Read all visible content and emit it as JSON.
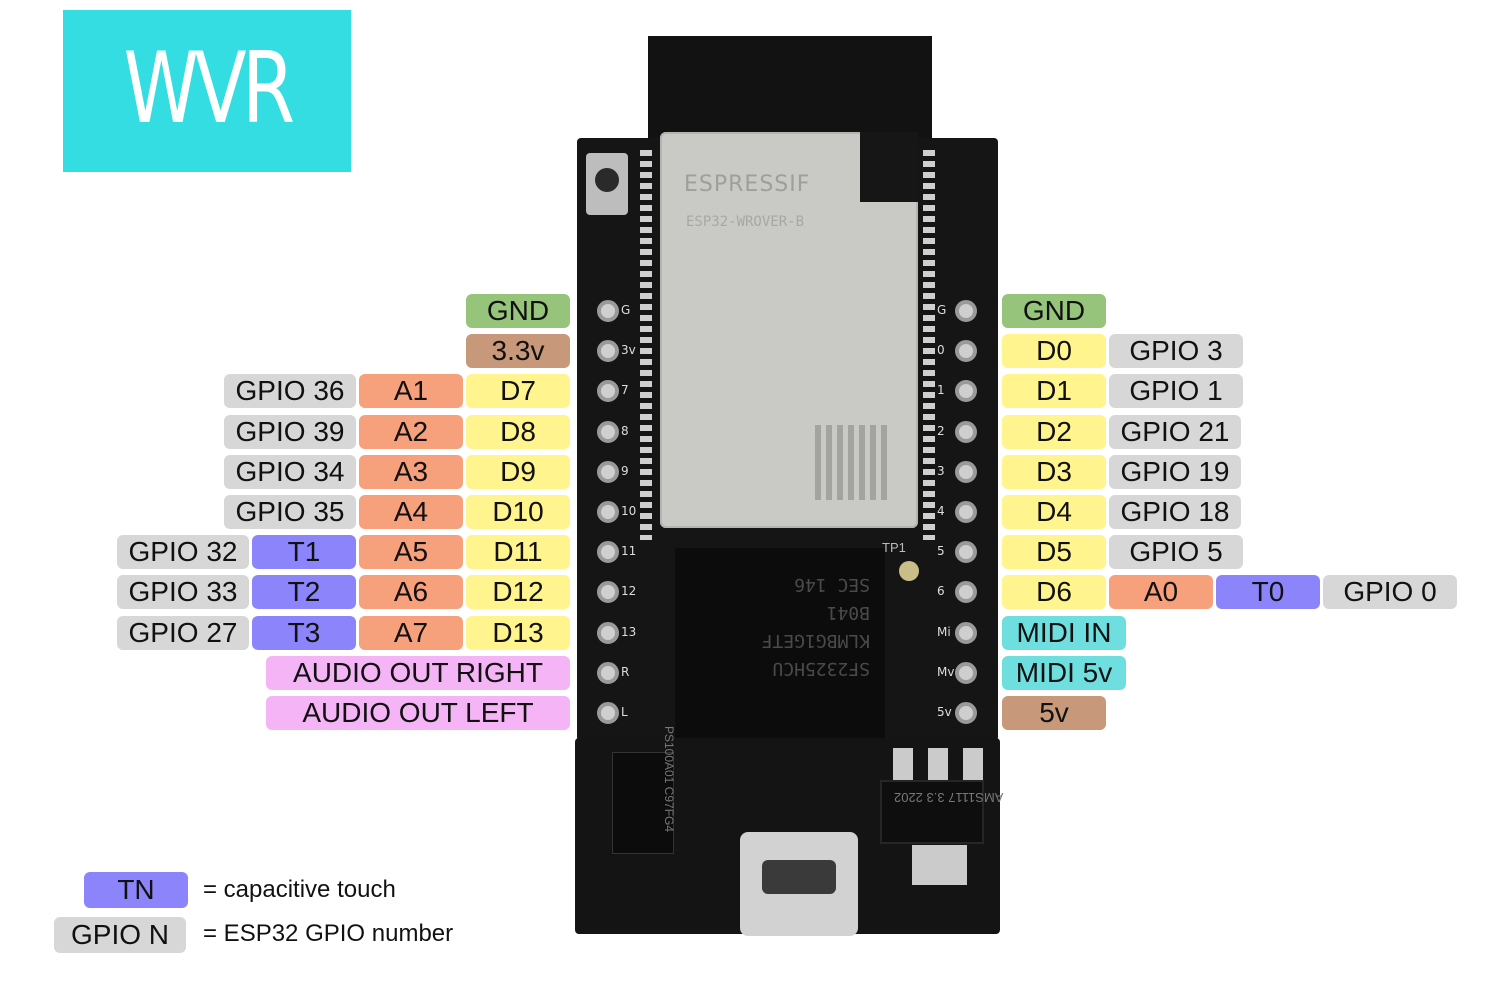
{
  "logo": {
    "text": "WVR",
    "color": "#33dde2"
  },
  "board": {
    "module_brand": "ESPRESSIF",
    "module_model": "ESP32-WROVER-B",
    "chip_marking": [
      "SF2325HCU",
      "KLMBG1GETF",
      "B041",
      "SEC 146"
    ],
    "test_point": "TP1",
    "regulator_marking": "AMS1117 3.3 2202",
    "ic_marking": "PS100A01 C97FG4",
    "left_pad_labels": [
      "G",
      "3v",
      "7",
      "8",
      "9",
      "10",
      "11",
      "12",
      "13",
      "R",
      "L"
    ],
    "right_pad_labels": [
      "G",
      "0",
      "1",
      "2",
      "3",
      "4",
      "5",
      "6",
      "Mi",
      "Mv",
      "5v"
    ]
  },
  "left_pins": [
    {
      "labels": [
        {
          "kind": "gnd",
          "text": "GND"
        }
      ]
    },
    {
      "labels": [
        {
          "kind": "pwr",
          "text": "3.3v"
        }
      ]
    },
    {
      "labels": [
        {
          "kind": "gpio",
          "text": "GPIO 36"
        },
        {
          "kind": "ana",
          "text": "A1"
        },
        {
          "kind": "dig",
          "text": "D7"
        }
      ]
    },
    {
      "labels": [
        {
          "kind": "gpio",
          "text": "GPIO 39"
        },
        {
          "kind": "ana",
          "text": "A2"
        },
        {
          "kind": "dig",
          "text": "D8"
        }
      ]
    },
    {
      "labels": [
        {
          "kind": "gpio",
          "text": "GPIO 34"
        },
        {
          "kind": "ana",
          "text": "A3"
        },
        {
          "kind": "dig",
          "text": "D9"
        }
      ]
    },
    {
      "labels": [
        {
          "kind": "gpio",
          "text": "GPIO 35"
        },
        {
          "kind": "ana",
          "text": "A4"
        },
        {
          "kind": "dig",
          "text": "D10"
        }
      ]
    },
    {
      "labels": [
        {
          "kind": "gpio",
          "text": "GPIO 32"
        },
        {
          "kind": "touch",
          "text": "T1"
        },
        {
          "kind": "ana",
          "text": "A5"
        },
        {
          "kind": "dig",
          "text": "D11"
        }
      ]
    },
    {
      "labels": [
        {
          "kind": "gpio",
          "text": "GPIO 33"
        },
        {
          "kind": "touch",
          "text": "T2"
        },
        {
          "kind": "ana",
          "text": "A6"
        },
        {
          "kind": "dig",
          "text": "D12"
        }
      ]
    },
    {
      "labels": [
        {
          "kind": "gpio",
          "text": "GPIO 27"
        },
        {
          "kind": "touch",
          "text": "T3"
        },
        {
          "kind": "ana",
          "text": "A7"
        },
        {
          "kind": "dig",
          "text": "D13"
        }
      ]
    },
    {
      "labels": [
        {
          "kind": "audio",
          "text": "AUDIO OUT RIGHT"
        }
      ]
    },
    {
      "labels": [
        {
          "kind": "audio",
          "text": "AUDIO OUT LEFT"
        }
      ]
    }
  ],
  "right_pins": [
    {
      "labels": [
        {
          "kind": "gnd",
          "text": "GND"
        }
      ]
    },
    {
      "labels": [
        {
          "kind": "dig",
          "text": "D0"
        },
        {
          "kind": "gpio",
          "text": "GPIO 3"
        }
      ]
    },
    {
      "labels": [
        {
          "kind": "dig",
          "text": "D1"
        },
        {
          "kind": "gpio",
          "text": "GPIO 1"
        }
      ]
    },
    {
      "labels": [
        {
          "kind": "dig",
          "text": "D2"
        },
        {
          "kind": "gpio",
          "text": "GPIO 21"
        }
      ]
    },
    {
      "labels": [
        {
          "kind": "dig",
          "text": "D3"
        },
        {
          "kind": "gpio",
          "text": "GPIO 19"
        }
      ]
    },
    {
      "labels": [
        {
          "kind": "dig",
          "text": "D4"
        },
        {
          "kind": "gpio",
          "text": "GPIO 18"
        }
      ]
    },
    {
      "labels": [
        {
          "kind": "dig",
          "text": "D5"
        },
        {
          "kind": "gpio",
          "text": "GPIO 5"
        }
      ]
    },
    {
      "labels": [
        {
          "kind": "dig",
          "text": "D6"
        },
        {
          "kind": "ana",
          "text": "A0"
        },
        {
          "kind": "touch",
          "text": "T0"
        },
        {
          "kind": "gpio",
          "text": "GPIO 0"
        }
      ]
    },
    {
      "labels": [
        {
          "kind": "midi",
          "text": "MIDI IN"
        }
      ]
    },
    {
      "labels": [
        {
          "kind": "midi",
          "text": "MIDI 5v"
        }
      ]
    },
    {
      "labels": [
        {
          "kind": "pwr",
          "text": "5v"
        }
      ]
    }
  ],
  "legend": [
    {
      "kind": "touch",
      "key": "TN",
      "desc": "= capacitive touch"
    },
    {
      "kind": "gpio",
      "key": "GPIO N",
      "desc": "= ESP32 GPIO number"
    }
  ],
  "colors": {
    "gnd": "#97c47b",
    "pwr": "#c7987a",
    "dig": "#fff48d",
    "ana": "#f6a07c",
    "touch": "#8b84fb",
    "gpio": "#d7d7d7",
    "audio": "#f4b4f5",
    "midi": "#6fdede"
  }
}
